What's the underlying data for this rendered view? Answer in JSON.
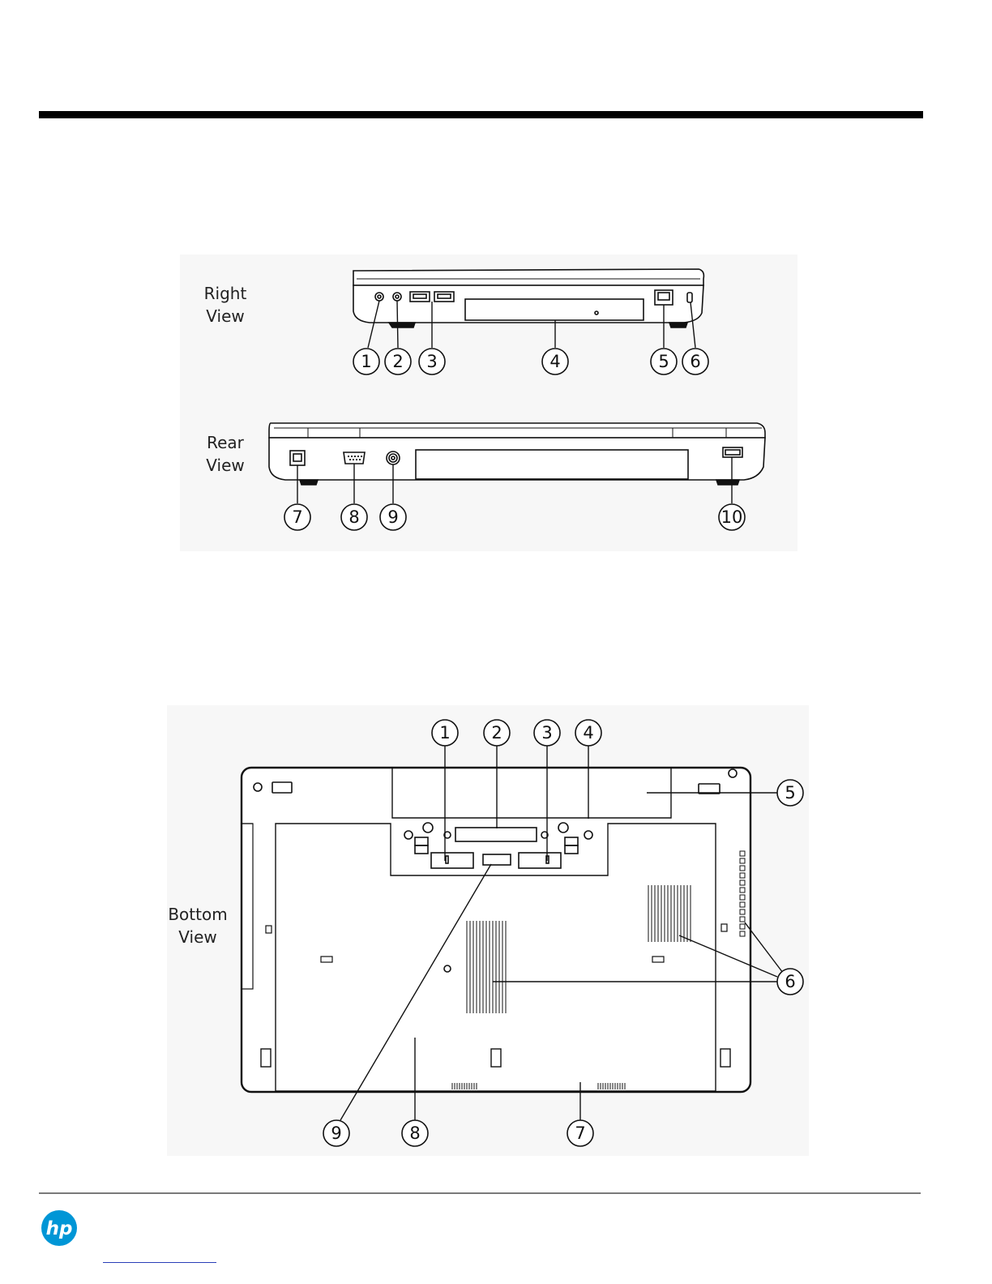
{
  "figures": {
    "right_view": {
      "label_line1": "Right",
      "label_line2": "View",
      "callouts": [
        "1",
        "2",
        "3",
        "4",
        "5",
        "6"
      ]
    },
    "rear_view": {
      "label_line1": "Rear",
      "label_line2": "View",
      "callouts": [
        "7",
        "8",
        "9",
        "10"
      ]
    },
    "bottom_view": {
      "label_line1": "Bottom",
      "label_line2": "View",
      "callouts": [
        "1",
        "2",
        "3",
        "4",
        "5",
        "6",
        "7",
        "8",
        "9"
      ]
    }
  },
  "footer": {
    "logo_icon": "hp-logo-icon",
    "logo_text": "hp",
    "logo_color": "#0096d6",
    "link_color": "#2a3fb8"
  }
}
